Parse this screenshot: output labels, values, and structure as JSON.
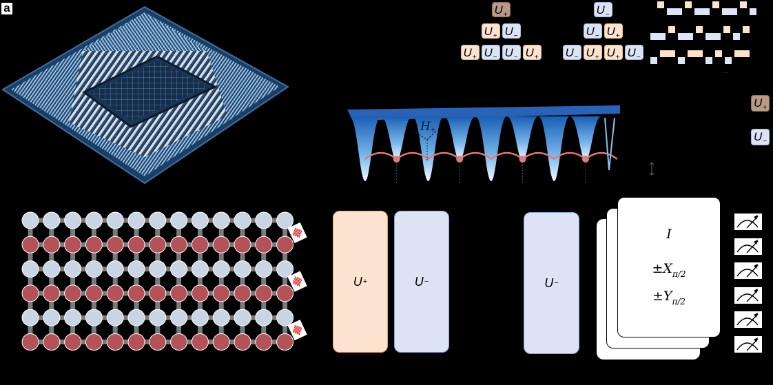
{
  "panel_label": "a",
  "chip": {
    "description": "superconducting quantum processor rendering"
  },
  "trees": [
    {
      "name": "U-plus-tree",
      "rows": [
        [
          {
            "sym": "U",
            "sub": "+",
            "kind": "dark"
          }
        ],
        [
          {
            "sym": "U",
            "sub": "+",
            "kind": "plus"
          },
          {
            "sym": "U",
            "sub": "−",
            "kind": "minus"
          }
        ],
        [
          {
            "sym": "U",
            "sub": "+",
            "kind": "plus"
          },
          {
            "sym": "U",
            "sub": "−",
            "kind": "minus"
          },
          {
            "sym": "U",
            "sub": "−",
            "kind": "minus"
          },
          {
            "sym": "U",
            "sub": "+",
            "kind": "plus"
          }
        ]
      ]
    },
    {
      "name": "U-minus-tree",
      "rows": [
        [
          {
            "sym": "U",
            "sub": "−",
            "kind": "minus"
          }
        ],
        [
          {
            "sym": "U",
            "sub": "−",
            "kind": "minus"
          },
          {
            "sym": "U",
            "sub": "+",
            "kind": "plus"
          }
        ],
        [
          {
            "sym": "U",
            "sub": "−",
            "kind": "minus"
          },
          {
            "sym": "U",
            "sub": "+",
            "kind": "plus"
          },
          {
            "sym": "U",
            "sub": "+",
            "kind": "plus"
          },
          {
            "sym": "U",
            "sub": "−",
            "kind": "minus"
          }
        ]
      ]
    }
  ],
  "pulse_sequence": {
    "rows": [
      [
        "p",
        "m",
        "p",
        "m",
        "p",
        "m",
        "p",
        "m"
      ],
      [
        "m",
        "p",
        "m",
        "p",
        "m",
        "p",
        "m",
        "p"
      ],
      [
        "m",
        "p",
        "m",
        "p",
        "m",
        "p",
        "m",
        "p"
      ]
    ],
    "ellipsis": "⋯"
  },
  "legend": [
    {
      "sym": "U",
      "sub": "+",
      "kind": "dark"
    },
    {
      "sym": "U",
      "sub": "−",
      "kind": "minus"
    }
  ],
  "landscape": {
    "hamiltonian_label": "H",
    "hamiltonian_sub": "+",
    "wells": 8
  },
  "lattice": {
    "rows": 6,
    "cols": 13,
    "row_types": [
      "light",
      "red",
      "light",
      "red",
      "light",
      "red"
    ]
  },
  "gates": {
    "u_plus": {
      "sym": "U",
      "sub": "+"
    },
    "u_minus_1": {
      "sym": "U",
      "sub": "−"
    },
    "u_minus_2": {
      "sym": "U",
      "sub": "−"
    }
  },
  "readout_cards": {
    "lines": [
      {
        "sym": "I",
        "sub": ""
      },
      {
        "sym": "±X",
        "sub": "π/2"
      },
      {
        "sym": "±Y",
        "sub": "π/2"
      }
    ]
  },
  "meters": 6,
  "colors": {
    "plus": "#fbe3cf",
    "minus": "#dbe3f5",
    "lattice_red": "#b4525a",
    "lattice_light": "#c9d5e3"
  }
}
